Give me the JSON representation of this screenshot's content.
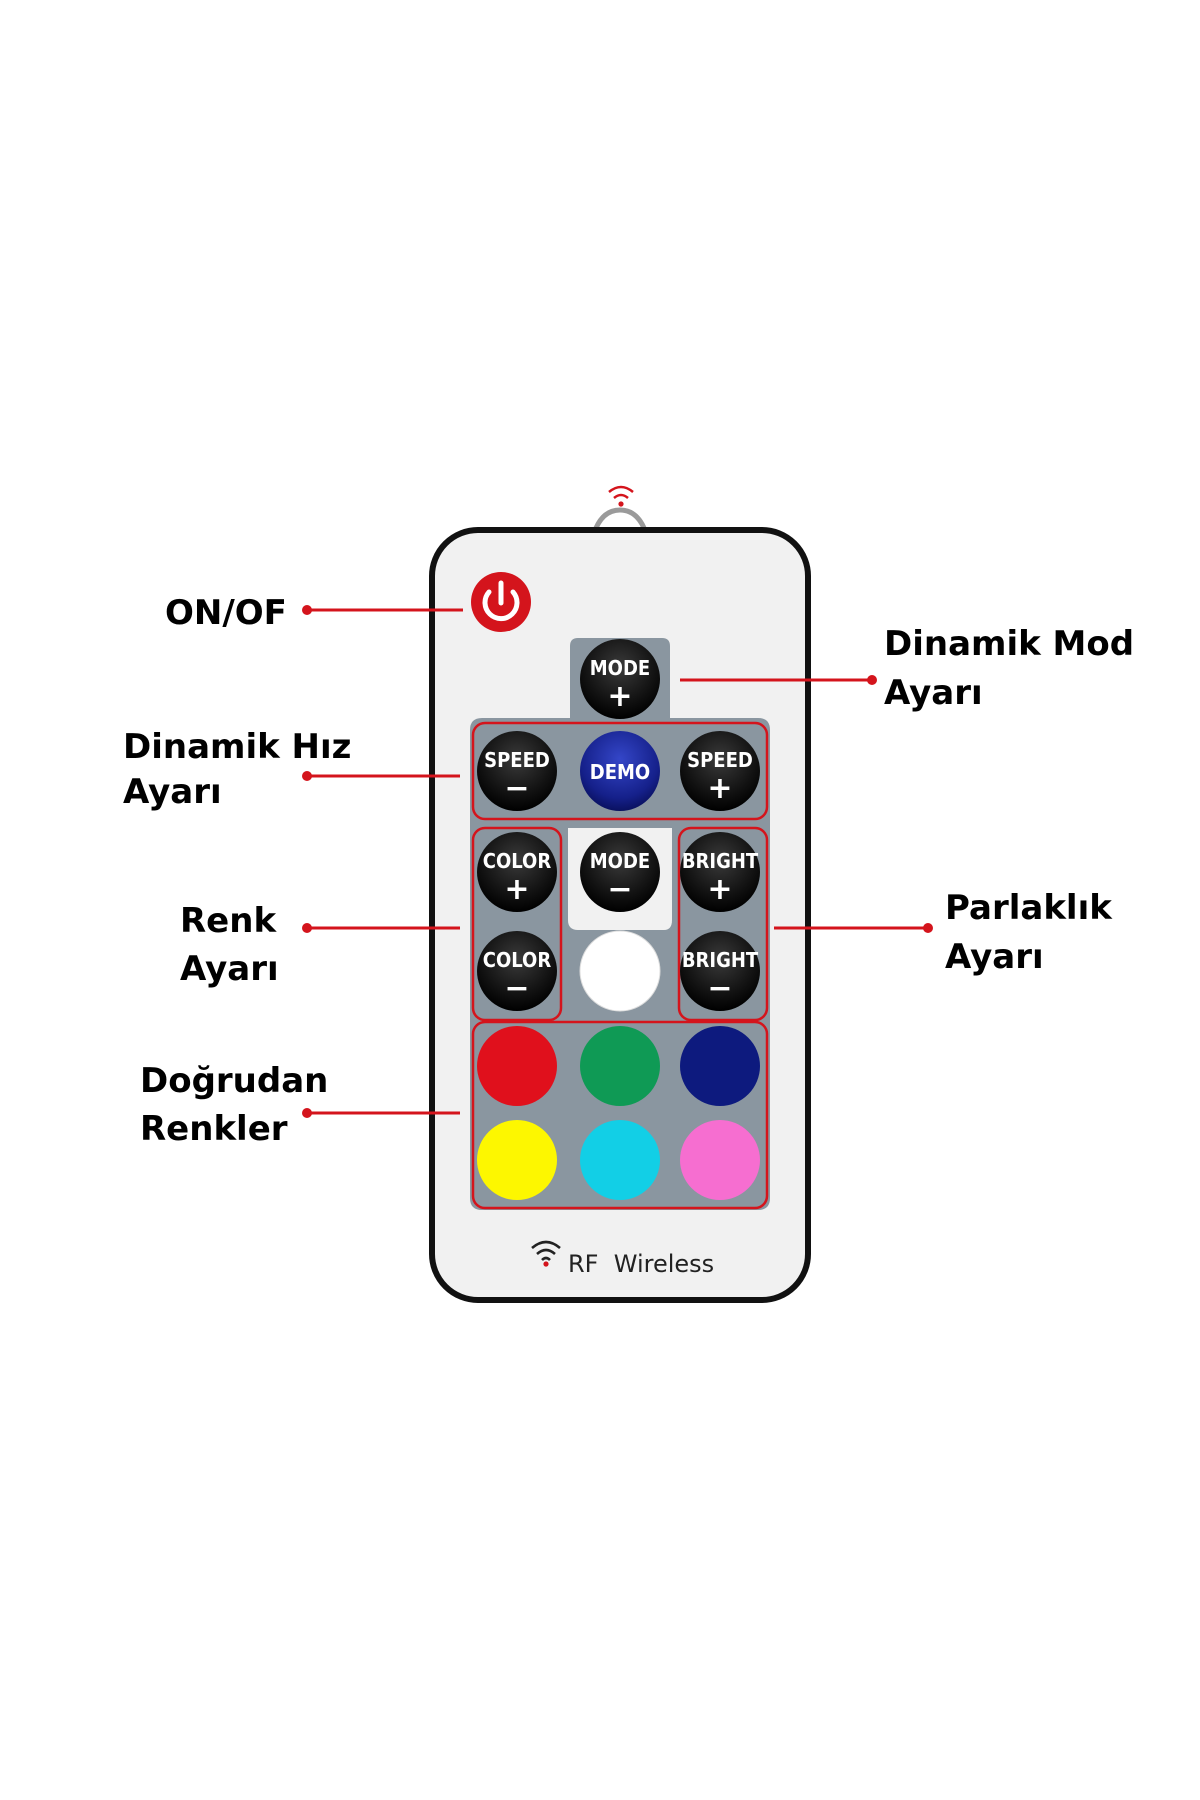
{
  "callouts": {
    "power": "ON/OF",
    "mode_line1": "Dinamik Mod",
    "mode_line2": "Ayarı",
    "speed_line1": "Dinamik Hız",
    "speed_line2": "Ayarı",
    "color_line1": "Renk",
    "color_line2": "Ayarı",
    "bright_line1": "Parlaklık",
    "bright_line2": "Ayarı",
    "direct_line1": "Doğrudan",
    "direct_line2": "Renkler"
  },
  "remote": {
    "footer": "RF  Wireless",
    "buttons": {
      "mode_plus": {
        "label": "MODE",
        "sign": "+"
      },
      "speed_minus": {
        "label": "SPEED",
        "sign": "−"
      },
      "demo": {
        "label": "DEMO"
      },
      "speed_plus": {
        "label": "SPEED",
        "sign": "+"
      },
      "color_plus": {
        "label": "COLOR",
        "sign": "+"
      },
      "mode_minus": {
        "label": "MODE",
        "sign": "−"
      },
      "bright_plus": {
        "label": "BRIGHT",
        "sign": "+"
      },
      "color_minus": {
        "label": "COLOR",
        "sign": "−"
      },
      "bright_minus": {
        "label": "BRIGHT",
        "sign": "−"
      }
    },
    "color_buttons": [
      "#e0101c",
      "#0f9a55",
      "#0d1a7e",
      "#fdf700",
      "#12cfe6",
      "#f66ed0",
      "#ffffff"
    ]
  },
  "colors": {
    "accent_red": "#d4141c",
    "panel_gray": "#8a96a0",
    "button_black": "#111111",
    "demo_blue": "#1b2a9c"
  }
}
